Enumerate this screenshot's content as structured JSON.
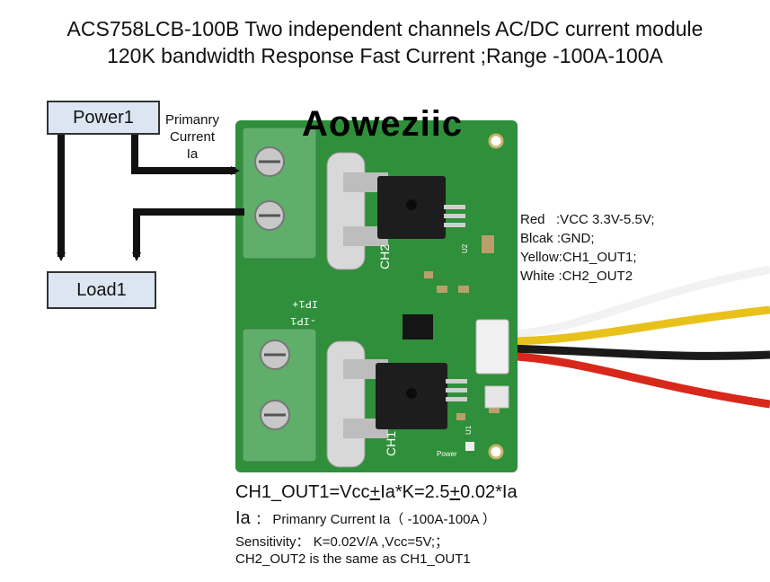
{
  "title_line1": "ACS758LCB-100B Two independent channels AC/DC current module",
  "title_line2": "120K bandwidth Response Fast Current ;Range -100A-100A",
  "brand": "Aoweziic",
  "diagram": {
    "power_label": "Power1",
    "load_label": "Load1",
    "primary_current_lines": [
      "Primanry",
      "Current",
      "Ia"
    ]
  },
  "wires": [
    {
      "text": "Red   :VCC 3.3V-5.5V;",
      "color": "#d8281c"
    },
    {
      "text": "Blcak :GND;",
      "color": "#1a1a1a"
    },
    {
      "text": "Yellow:CH1_OUT1;",
      "color": "#e8c21a"
    },
    {
      "text": "White :CH2_OUT2",
      "color": "#f2f2f2"
    }
  ],
  "silkscreen": {
    "ch1": "CH1",
    "ch2": "CH2",
    "ip_plus": "IP1+",
    "ip_minus": "-IP1",
    "power": "Power",
    "chip_ch1": "U1",
    "chip_ch2": "U2"
  },
  "formula": {
    "line1_a": "CH1_OUT1=Vcc",
    "line1_pm1": "+",
    "line1_b": "Ia*K=2.5",
    "line1_pm2": "+",
    "line1_c": "0.02*Ia",
    "ia_label": "Ia",
    "ia_desc": "： Primanry Current Ia（ -100A-100A ）",
    "sensitivity": "Sensitivity： K=0.02V/A ,Vcc=5V;；",
    "same_note": "CH2_OUT2 is the same as CH1_OUT1"
  },
  "colors": {
    "pcb": "#2f8f3a",
    "terminal": "#5fae6a",
    "box_fill": "#dce6f2",
    "arrow": "#111111"
  }
}
